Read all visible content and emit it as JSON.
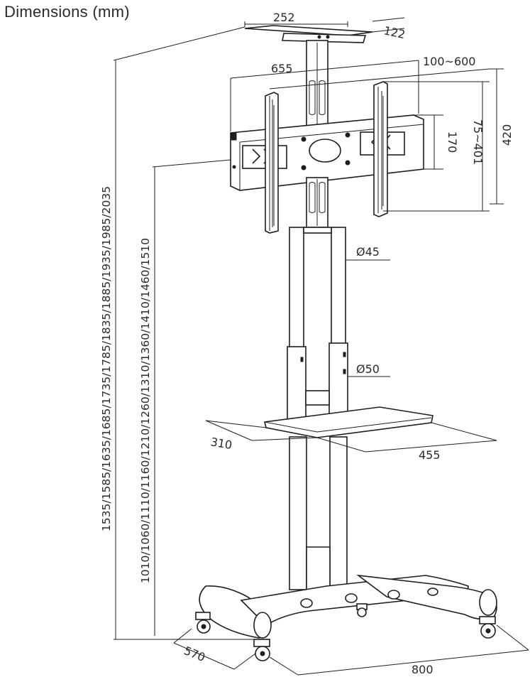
{
  "title": "Dimensions (mm)",
  "dimensions": {
    "top_bracket_width": "252",
    "top_bracket_depth": "122",
    "bracket_width": "655",
    "vesa_horizontal": "100~600",
    "vesa_vertical": "75~401",
    "plate_height_outer": "420",
    "plate_height_inner": "170",
    "pole_upper_diameter": "Ø45",
    "pole_lower_diameter": "Ø50",
    "shelf_depth": "310",
    "shelf_width": "455",
    "base_depth": "570",
    "base_width": "800",
    "total_heights": "1535/1585/1635/1685/1735/1785/1835/1885/1935/1985/2035",
    "mount_heights": "1010/1060/1110/1160/1210/1260/1310/1360/1410/1460/1510"
  }
}
